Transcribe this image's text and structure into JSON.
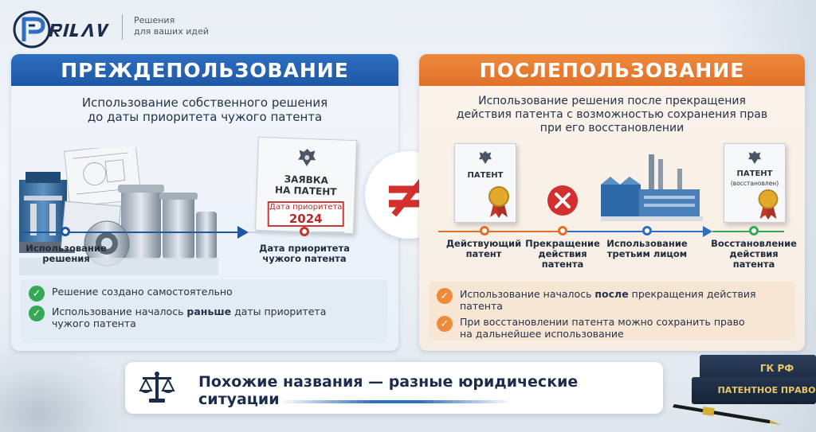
{
  "header": {
    "tagline_line1": "Решения",
    "tagline_line2": "для ваших идей"
  },
  "left_panel": {
    "title": "ПРЕЖДЕПОЛЬЗОВАНИЕ",
    "subtitle_line1": "Использование собственного решения",
    "subtitle_line2": "до даты приоритета чужого патента",
    "application_doc": {
      "title_line1": "ЗАЯВКА",
      "title_line2": "НА ПАТЕНТ",
      "stamp_label": "Дата приоритета",
      "stamp_year": "2024"
    },
    "timeline": [
      {
        "label_line1": "Использование",
        "label_line2": "решения"
      },
      {
        "label_line1": "Дата приоритета",
        "label_line2": "чужого патента"
      }
    ],
    "bullets": [
      {
        "text": "Решение создано самостоятельно"
      },
      {
        "before": "Использование началось ",
        "bold": "раньше",
        "after": " даты приоритета",
        "line2": "чужого патента"
      }
    ],
    "accent_color": "#1e58a5"
  },
  "right_panel": {
    "title": "ПОСЛЕПОЛЬЗОВАНИЕ",
    "subtitle_line1": "Использование решения после прекращения",
    "subtitle_line2": "действия патента с возможностью сохранения прав",
    "subtitle_line3": "при его восстановлении",
    "patent_doc": {
      "title": "ПАТЕНТ"
    },
    "restored_doc": {
      "title": "ПАТЕНТ",
      "note": "(восстановлен)"
    },
    "timeline": [
      {
        "label_line1": "Действующий",
        "label_line2": "патент",
        "label_line3": ""
      },
      {
        "label_line1": "Прекращение",
        "label_line2": "действия",
        "label_line3": "патента"
      },
      {
        "label_line1": "Использование",
        "label_line2": "третьим лицом",
        "label_line3": ""
      },
      {
        "label_line1": "Восстановление",
        "label_line2": "действия",
        "label_line3": "патента"
      }
    ],
    "bullets": [
      {
        "before": "Использование началось ",
        "bold": "после",
        "after": " прекращения действия патента"
      },
      {
        "text": "При восстановлении патента можно сохранить право",
        "line2": "на дальнейшее использование"
      }
    ],
    "accent_color": "#e0702a"
  },
  "comparison_symbol": "≠",
  "banner": {
    "text": "Похожие названия — разные юридические ситуации",
    "icon": "scales-icon"
  },
  "books": {
    "top": "ГК РФ",
    "bottom": "ПАТЕНТНОЕ ПРАВО"
  }
}
